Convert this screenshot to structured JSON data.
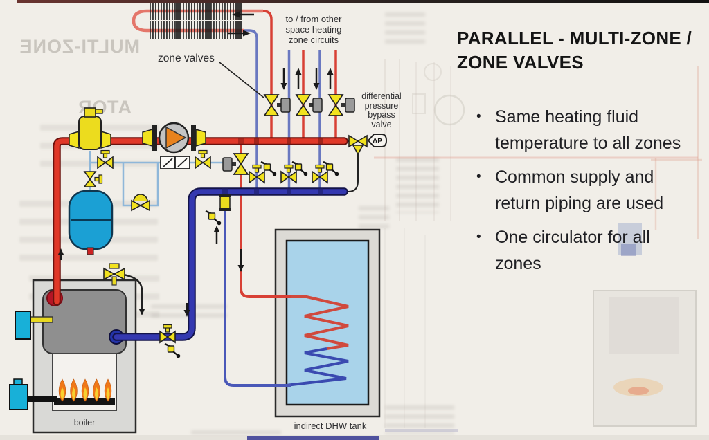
{
  "slide": {
    "title_line1": "PARALLEL - MULTI-ZONE /",
    "title_line2": "ZONE VALVES",
    "bullet_char": "•",
    "bullets": [
      {
        "lines": [
          "Same heating fluid",
          "temperature to all zones"
        ]
      },
      {
        "lines": [
          "Common supply and",
          "return piping are used"
        ]
      },
      {
        "lines": [
          "One circulator for all",
          "zones"
        ]
      }
    ]
  },
  "diagram": {
    "labels": {
      "zone_valves": "zone valves",
      "other_circuits_line1": "to / from other",
      "other_circuits_line2": "space heating",
      "other_circuits_line3": "zone circuits",
      "dpbv_line1": "differential",
      "dpbv_line2": "pressure",
      "dpbv_line3": "bypass",
      "dpbv_line4": "valve",
      "dp_symbol": "ΔP",
      "boiler": "boiler",
      "dhw_tank": "indirect DHW tank"
    },
    "colors": {
      "supply_red": "#dd3a2a",
      "supply_salmon": "#e4766a",
      "return_navy": "#3438b0",
      "zone_return_blue": "#6a78c0",
      "makeup_blue": "#8fb7d9",
      "valve_yellow": "#f2e21e",
      "actuator_gray": "#9a9a9a",
      "pump_orange": "#e8821e",
      "tank_water_blue": "#a9d3ea",
      "expansion_tank_blue": "#1ba0d4",
      "flame_orange": "#f07818"
    }
  },
  "bleed_through": {
    "ghost_title_fragment1": "MULTI-ZONE",
    "ghost_title_fragment2": "ATOR"
  }
}
